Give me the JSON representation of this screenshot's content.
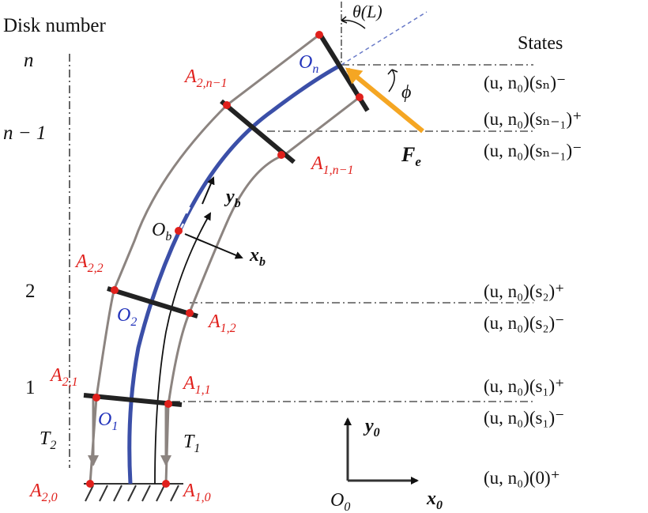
{
  "headers": {
    "disk_number": "Disk number",
    "states": "States"
  },
  "disk_numbers": {
    "n": "n",
    "n_minus_1": "n − 1",
    "two": "2",
    "one": "1"
  },
  "angles": {
    "theta_L": "θ(L)",
    "phi": "ϕ"
  },
  "points": {
    "A2n_base": "A",
    "A2n_sub": "2,n−1",
    "A1n_base": "A",
    "A1n_sub": "1,n−1",
    "A22_base": "A",
    "A22_sub": "2,2",
    "A12_base": "A",
    "A12_sub": "1,2",
    "A21_base": "A",
    "A21_sub": "2,1",
    "A11_base": "A",
    "A11_sub": "1,1",
    "A20_base": "A",
    "A20_sub": "2,0",
    "A10_base": "A",
    "A10_sub": "1,0",
    "On_base": "O",
    "On_sub": "n",
    "O2_base": "O",
    "O2_sub": "2",
    "O1_base": "O",
    "O1_sub": "1",
    "Ob_base": "O",
    "Ob_sub": "b",
    "O0_base": "O",
    "O0_sub": "0"
  },
  "forces": {
    "Fe_base": "F",
    "Fe_sub": "e",
    "T1_base": "T",
    "T1_sub": "1",
    "T2_base": "T",
    "T2_sub": "2"
  },
  "axes": {
    "yb_base": "y",
    "yb_sub": "b",
    "xb_base": "x",
    "xb_sub": "b",
    "y0_base": "y",
    "y0_sub": "0",
    "x0_base": "x",
    "x0_sub": "0"
  },
  "states": [
    "(u, n₀)(sₙ)⁻",
    "(u, n₀)(sₙ₋₁)⁺",
    "(u, n₀)(sₙ₋₁)⁻",
    "(u, n₀)(s₂)⁺",
    "(u, n₀)(s₂)⁻",
    "(u, n₀)(s₁)⁺",
    "(u, n₀)(s₁)⁻",
    "(u, n₀)(0)⁺"
  ],
  "colors": {
    "backbone": "#3b4fa8",
    "force": "#f5a623",
    "point": "#e0201c",
    "cable": "#8c8480",
    "disk": "#222222",
    "label_red": "#e0201c",
    "label_blue": "#2233bb"
  }
}
